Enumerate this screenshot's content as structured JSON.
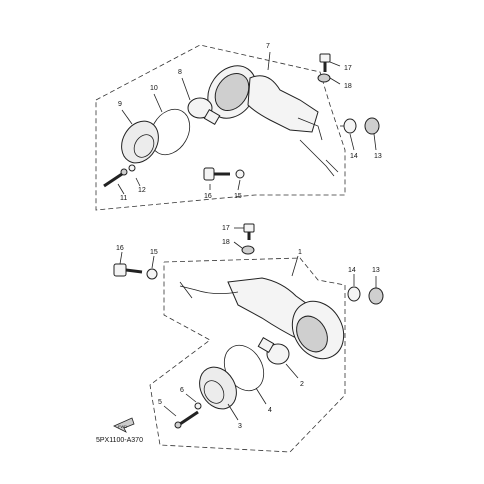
{
  "diagram": {
    "code": "5PX1100-A370",
    "upper": {
      "labels": [
        "7",
        "8",
        "10",
        "9",
        "12",
        "11",
        "16",
        "15",
        "17",
        "18",
        "14",
        "13"
      ]
    },
    "lower": {
      "labels": [
        "1",
        "17",
        "18",
        "16",
        "15",
        "14",
        "13",
        "2",
        "4",
        "3",
        "6",
        "5"
      ]
    },
    "fwd": "FWD"
  }
}
